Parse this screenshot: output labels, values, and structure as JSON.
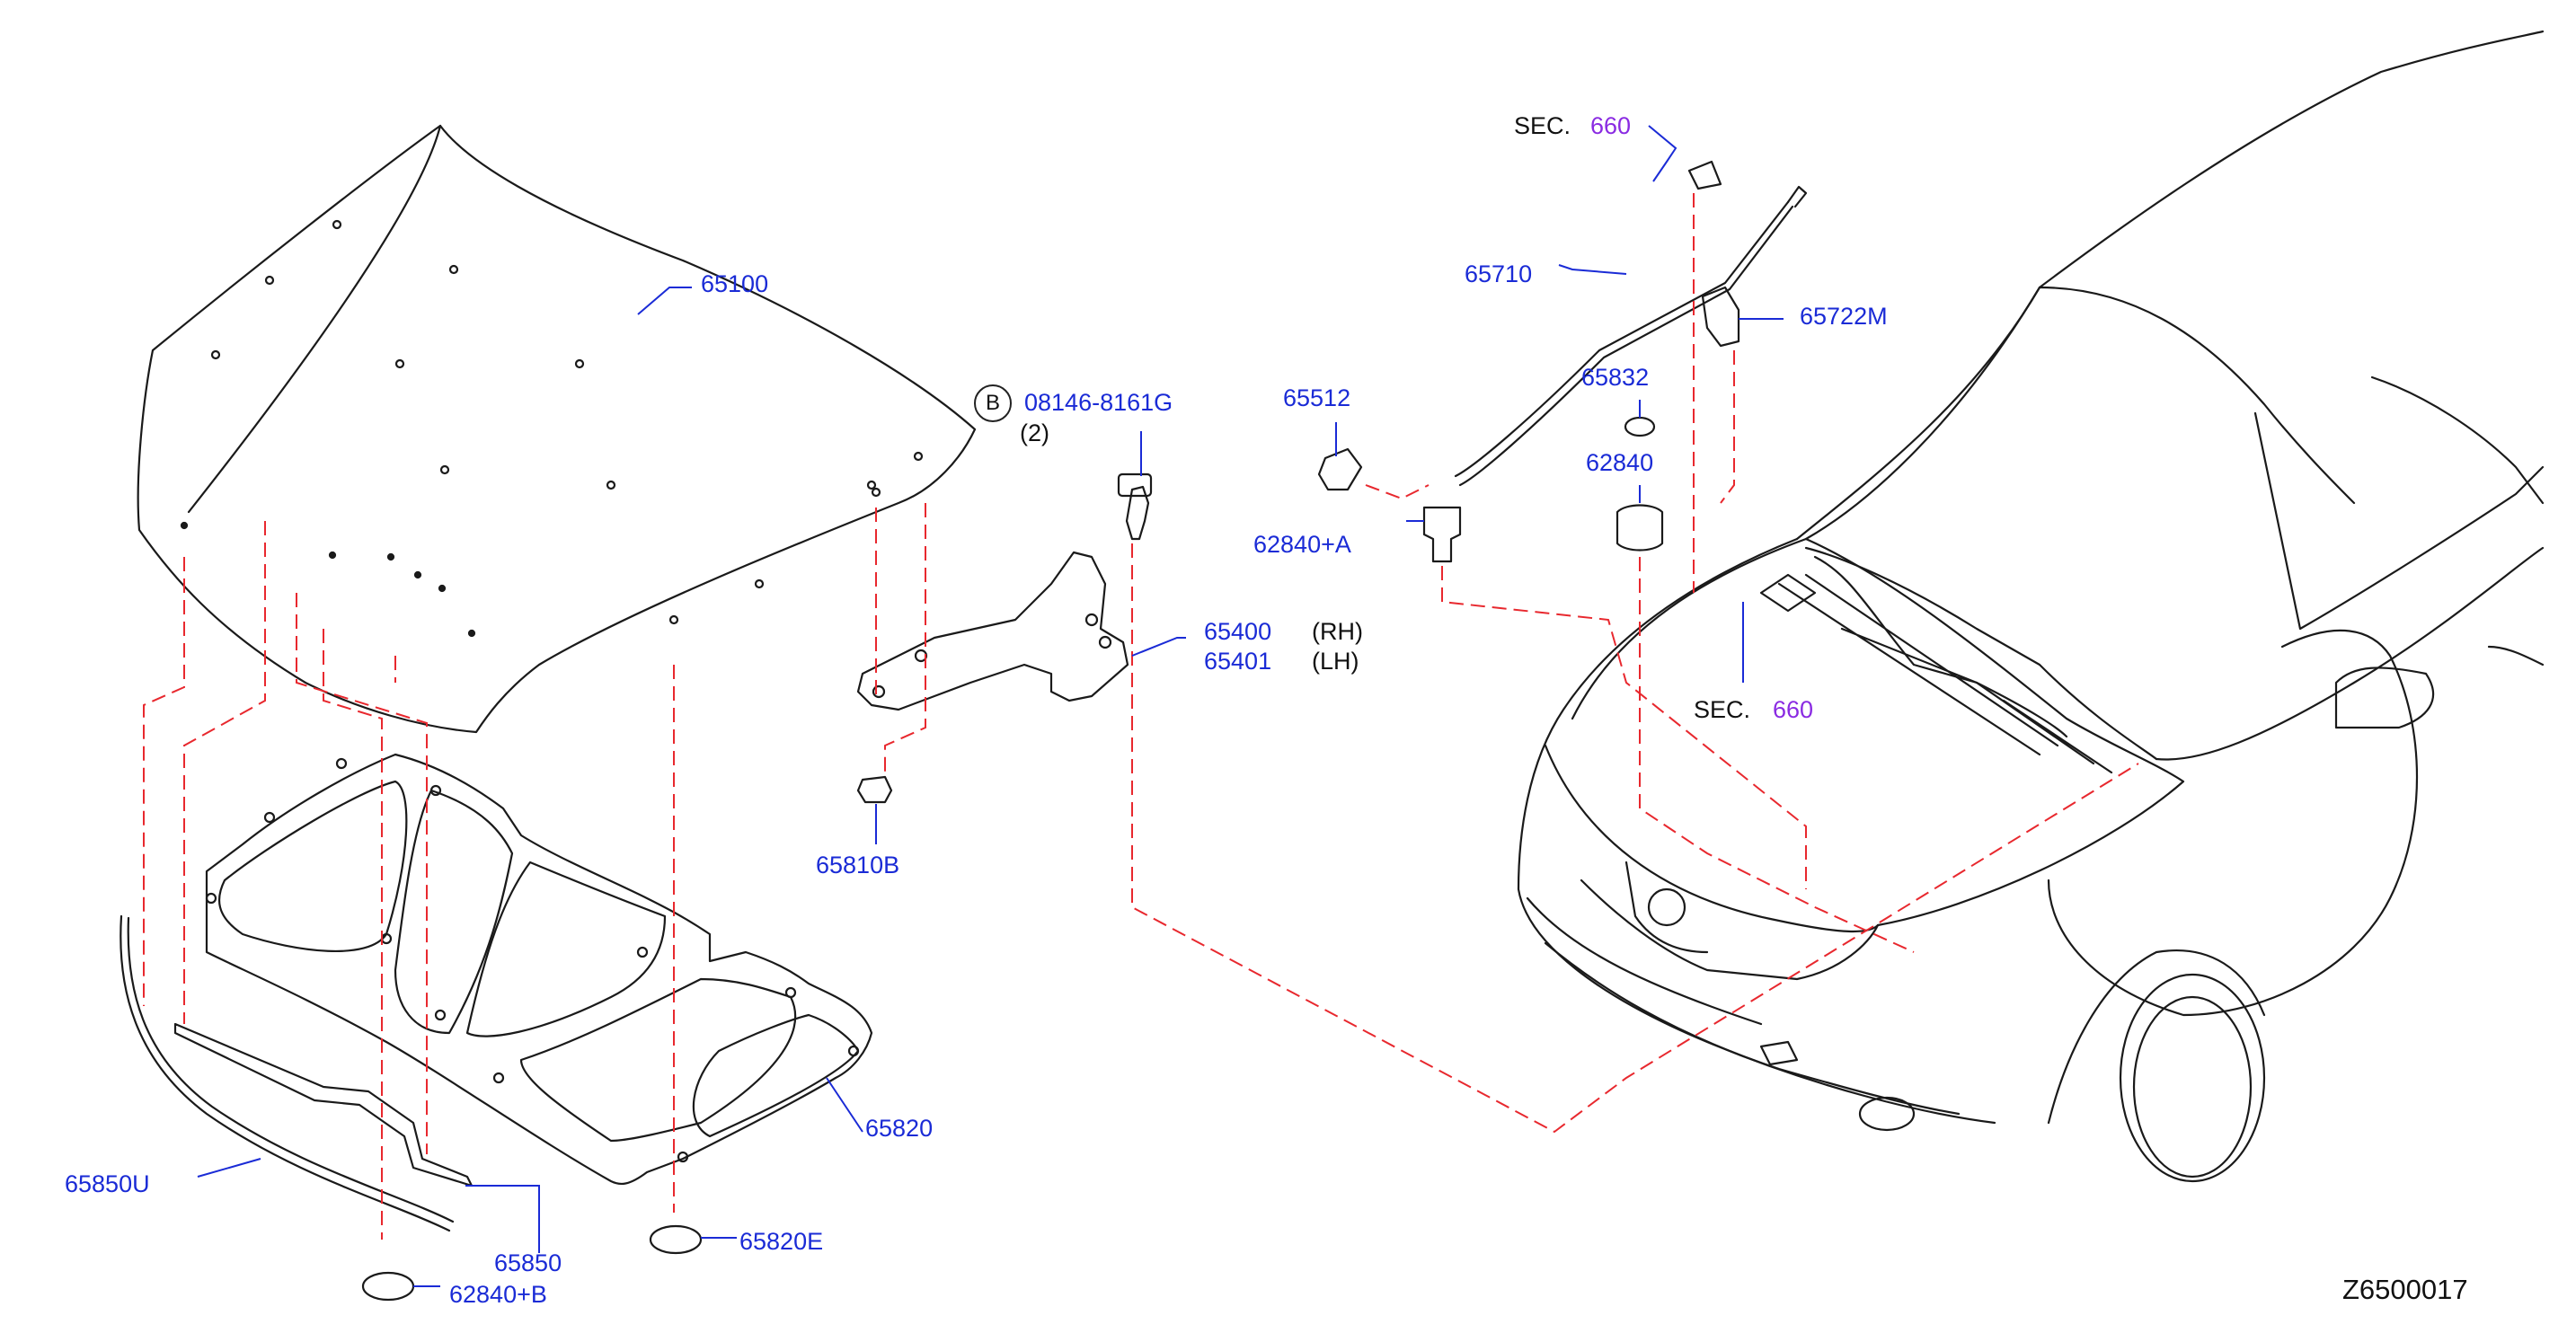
{
  "colors": {
    "part_number": "#1a2bd6",
    "section_ref": "#8a2be2",
    "leader_dashed": "#e8282e",
    "linework": "#1a1a1a"
  },
  "labels": {
    "hood": "65100",
    "bolt_callout_symbol": "B",
    "bolt": "08146-8161G",
    "bolt_qty": "(2)",
    "hinge_rh": "65400",
    "hinge_rh_side": "(RH)",
    "hinge_lh": "65401",
    "hinge_lh_side": "(LH)",
    "nut": "65810B",
    "stay_rod": "65710",
    "stay_holder": "65512",
    "clip_a": "62840+A",
    "sec_label": "SEC.",
    "sec_top_num": "660",
    "sec_mid_num": "660",
    "clip_m": "65722M",
    "seal_dot": "65832",
    "bumper": "62840",
    "insulator": "65820",
    "seal_u": "65850U",
    "seal": "65850",
    "clip_e": "65820E",
    "clip_b": "62840+B",
    "diagram_id": "Z6500017"
  }
}
